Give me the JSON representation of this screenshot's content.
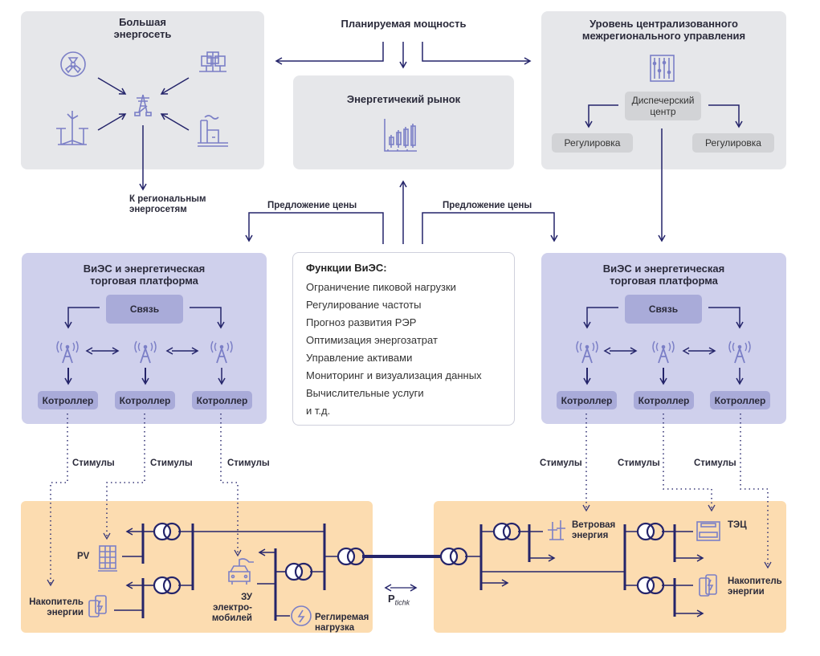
{
  "colors": {
    "line": "#24246a",
    "icon": "#7b7fc6",
    "grey_panel": "#e6e7ea",
    "lavender_panel": "#cfd0ec",
    "orange_panel": "#fcdcb0"
  },
  "top": {
    "planned_capacity": "Планируемая мощность",
    "big_grid": {
      "title_1": "Большая",
      "title_2": "энергосеть",
      "to_regional_1": "К региональным",
      "to_regional_2": "энергосетям",
      "icons": [
        "nuclear-icon",
        "solar-panels-icon",
        "wind-turbines-icon",
        "factory-icon",
        "transmission-tower-icon"
      ]
    },
    "market": {
      "title": "Энергетичекий рынок",
      "icon": "candlestick-chart-icon"
    },
    "central": {
      "title_1": "Уровень централизованного",
      "title_2": "межрегионального управления",
      "icon": "sliders-icon",
      "dispatch_1": "Диспечерский",
      "dispatch_2": "центр",
      "regulation_left": "Регулировка",
      "regulation_right": "Регулировка"
    }
  },
  "price_offer_left": "Предложение цены",
  "price_offer_right": "Предложение цены",
  "vpp_left": {
    "title_1": "ВиЭС и энергетическая",
    "title_2": "торговая платформа",
    "link": "Связь",
    "controllers": [
      "Котроллер",
      "Котроллер",
      "Котроллер"
    ]
  },
  "vpp_right": {
    "title_1": "ВиЭС и энергетическая",
    "title_2": "торговая платформа",
    "link": "Связь",
    "controllers": [
      "Котроллер",
      "Котроллер",
      "Котроллер"
    ]
  },
  "functions": {
    "title": "Функции ВиЭС:",
    "items": [
      "Ограничение пиковой нагрузки",
      "Регулирование частоты",
      "Прогноз развития РЭР",
      "Оптимизация энергозатрат",
      "Управление активами",
      "Мониторинг и визуализация данных",
      "Вычислительные услуги",
      "и т.д."
    ]
  },
  "stimuli": [
    "Стимулы",
    "Стимулы",
    "Стимулы",
    "Стимулы",
    "Стимулы",
    "Стимулы"
  ],
  "grid_left": {
    "pv": "PV",
    "storage_1": "Накопитель",
    "storage_2": "энергии",
    "ev_1": "ЗУ",
    "ev_2": "электро-",
    "ev_3": "мобилей",
    "load_1": "Реглиремая",
    "load_2": "нагрузка"
  },
  "grid_right": {
    "wind_1": "Ветровая",
    "wind_2": "энергия",
    "chp": "ТЭЦ",
    "storage_1": "Накопитель",
    "storage_2": "энергии"
  },
  "tie": {
    "p": "P",
    "sub": "tichk"
  }
}
